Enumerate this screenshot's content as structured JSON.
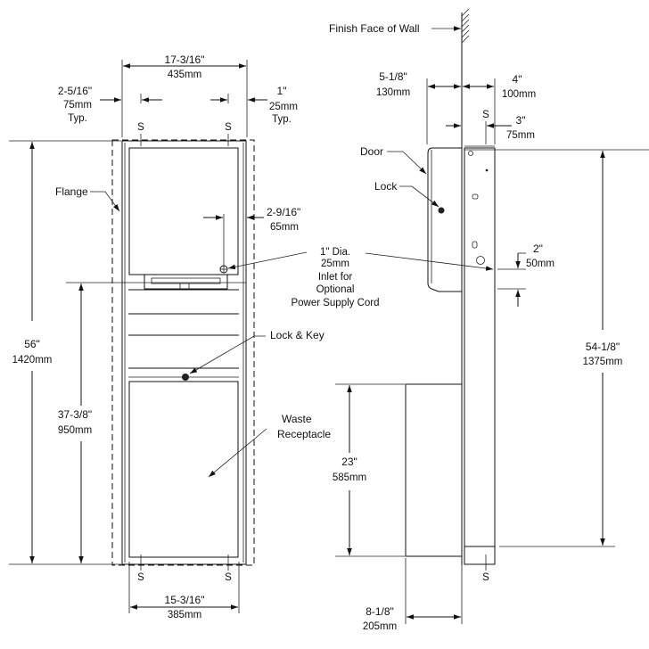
{
  "colors": {
    "line": "#111111",
    "panel_fill": "#f4f4f4",
    "background": "#ffffff"
  },
  "front": {
    "overall_width": "17-3/16\"",
    "overall_width_mm": "435mm",
    "side_left": "2-5/16\"",
    "side_left_mm": "75mm",
    "side_left_note": "Typ.",
    "side_right": "1\"",
    "side_right_mm": "25mm",
    "side_right_note": "Typ.",
    "s_marker": "S",
    "flange_label": "Flange",
    "inlet_offset": "2-9/16\"",
    "inlet_offset_mm": "65mm",
    "inlet_label_1": "1\" Dia.",
    "inlet_label_2": "25mm",
    "inlet_label_3": "Inlet for",
    "inlet_label_4": "Optional",
    "inlet_label_5": "Power Supply Cord",
    "lock_key_label": "Lock & Key",
    "waste_label_1": "Waste",
    "waste_label_2": "Receptacle",
    "height_total": "56\"",
    "height_total_mm": "1420mm",
    "height_lower": "37-3/8\"",
    "height_lower_mm": "950mm",
    "bottom_width": "15-3/16\"",
    "bottom_width_mm": "385mm"
  },
  "side": {
    "wall_label": "Finish Face of Wall",
    "projection": "5-1/8\"",
    "projection_mm": "130mm",
    "depth": "4\"",
    "depth_mm": "100mm",
    "s_marker": "S",
    "recess_offset": "3\"",
    "recess_offset_mm": "75mm",
    "door_label": "Door",
    "lock_label": "Lock",
    "inlet_drop": "2\"",
    "inlet_drop_mm": "50mm",
    "height": "54-1/8\"",
    "height_mm": "1375mm",
    "receptacle_height": "23\"",
    "receptacle_height_mm": "585mm",
    "receptacle_depth": "8-1/8\"",
    "receptacle_depth_mm": "205mm"
  }
}
